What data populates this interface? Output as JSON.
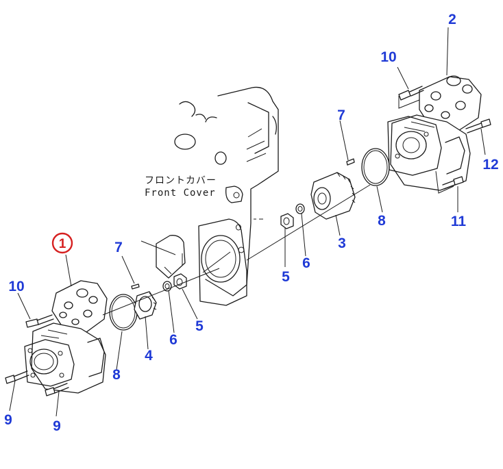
{
  "front_cover_label": {
    "jp": "フロントカバー",
    "en": "Front Cover"
  },
  "callouts": [
    {
      "id": "c1",
      "label": "1",
      "highlight": true
    },
    {
      "id": "c2",
      "label": "2"
    },
    {
      "id": "c3",
      "label": "3"
    },
    {
      "id": "c4",
      "label": "4"
    },
    {
      "id": "c5a",
      "label": "5"
    },
    {
      "id": "c5b",
      "label": "5"
    },
    {
      "id": "c6a",
      "label": "6"
    },
    {
      "id": "c6b",
      "label": "6"
    },
    {
      "id": "c7a",
      "label": "7"
    },
    {
      "id": "c7b",
      "label": "7"
    },
    {
      "id": "c8a",
      "label": "8"
    },
    {
      "id": "c8b",
      "label": "8"
    },
    {
      "id": "c9a",
      "label": "9"
    },
    {
      "id": "c9b",
      "label": "9"
    },
    {
      "id": "c10a",
      "label": "10"
    },
    {
      "id": "c10b",
      "label": "10"
    },
    {
      "id": "c11",
      "label": "11"
    },
    {
      "id": "c12",
      "label": "12"
    }
  ],
  "colors": {
    "callout": "#1f3ad6",
    "highlight": "#d62020",
    "line": "#1a1a1a",
    "background": "#ffffff"
  }
}
